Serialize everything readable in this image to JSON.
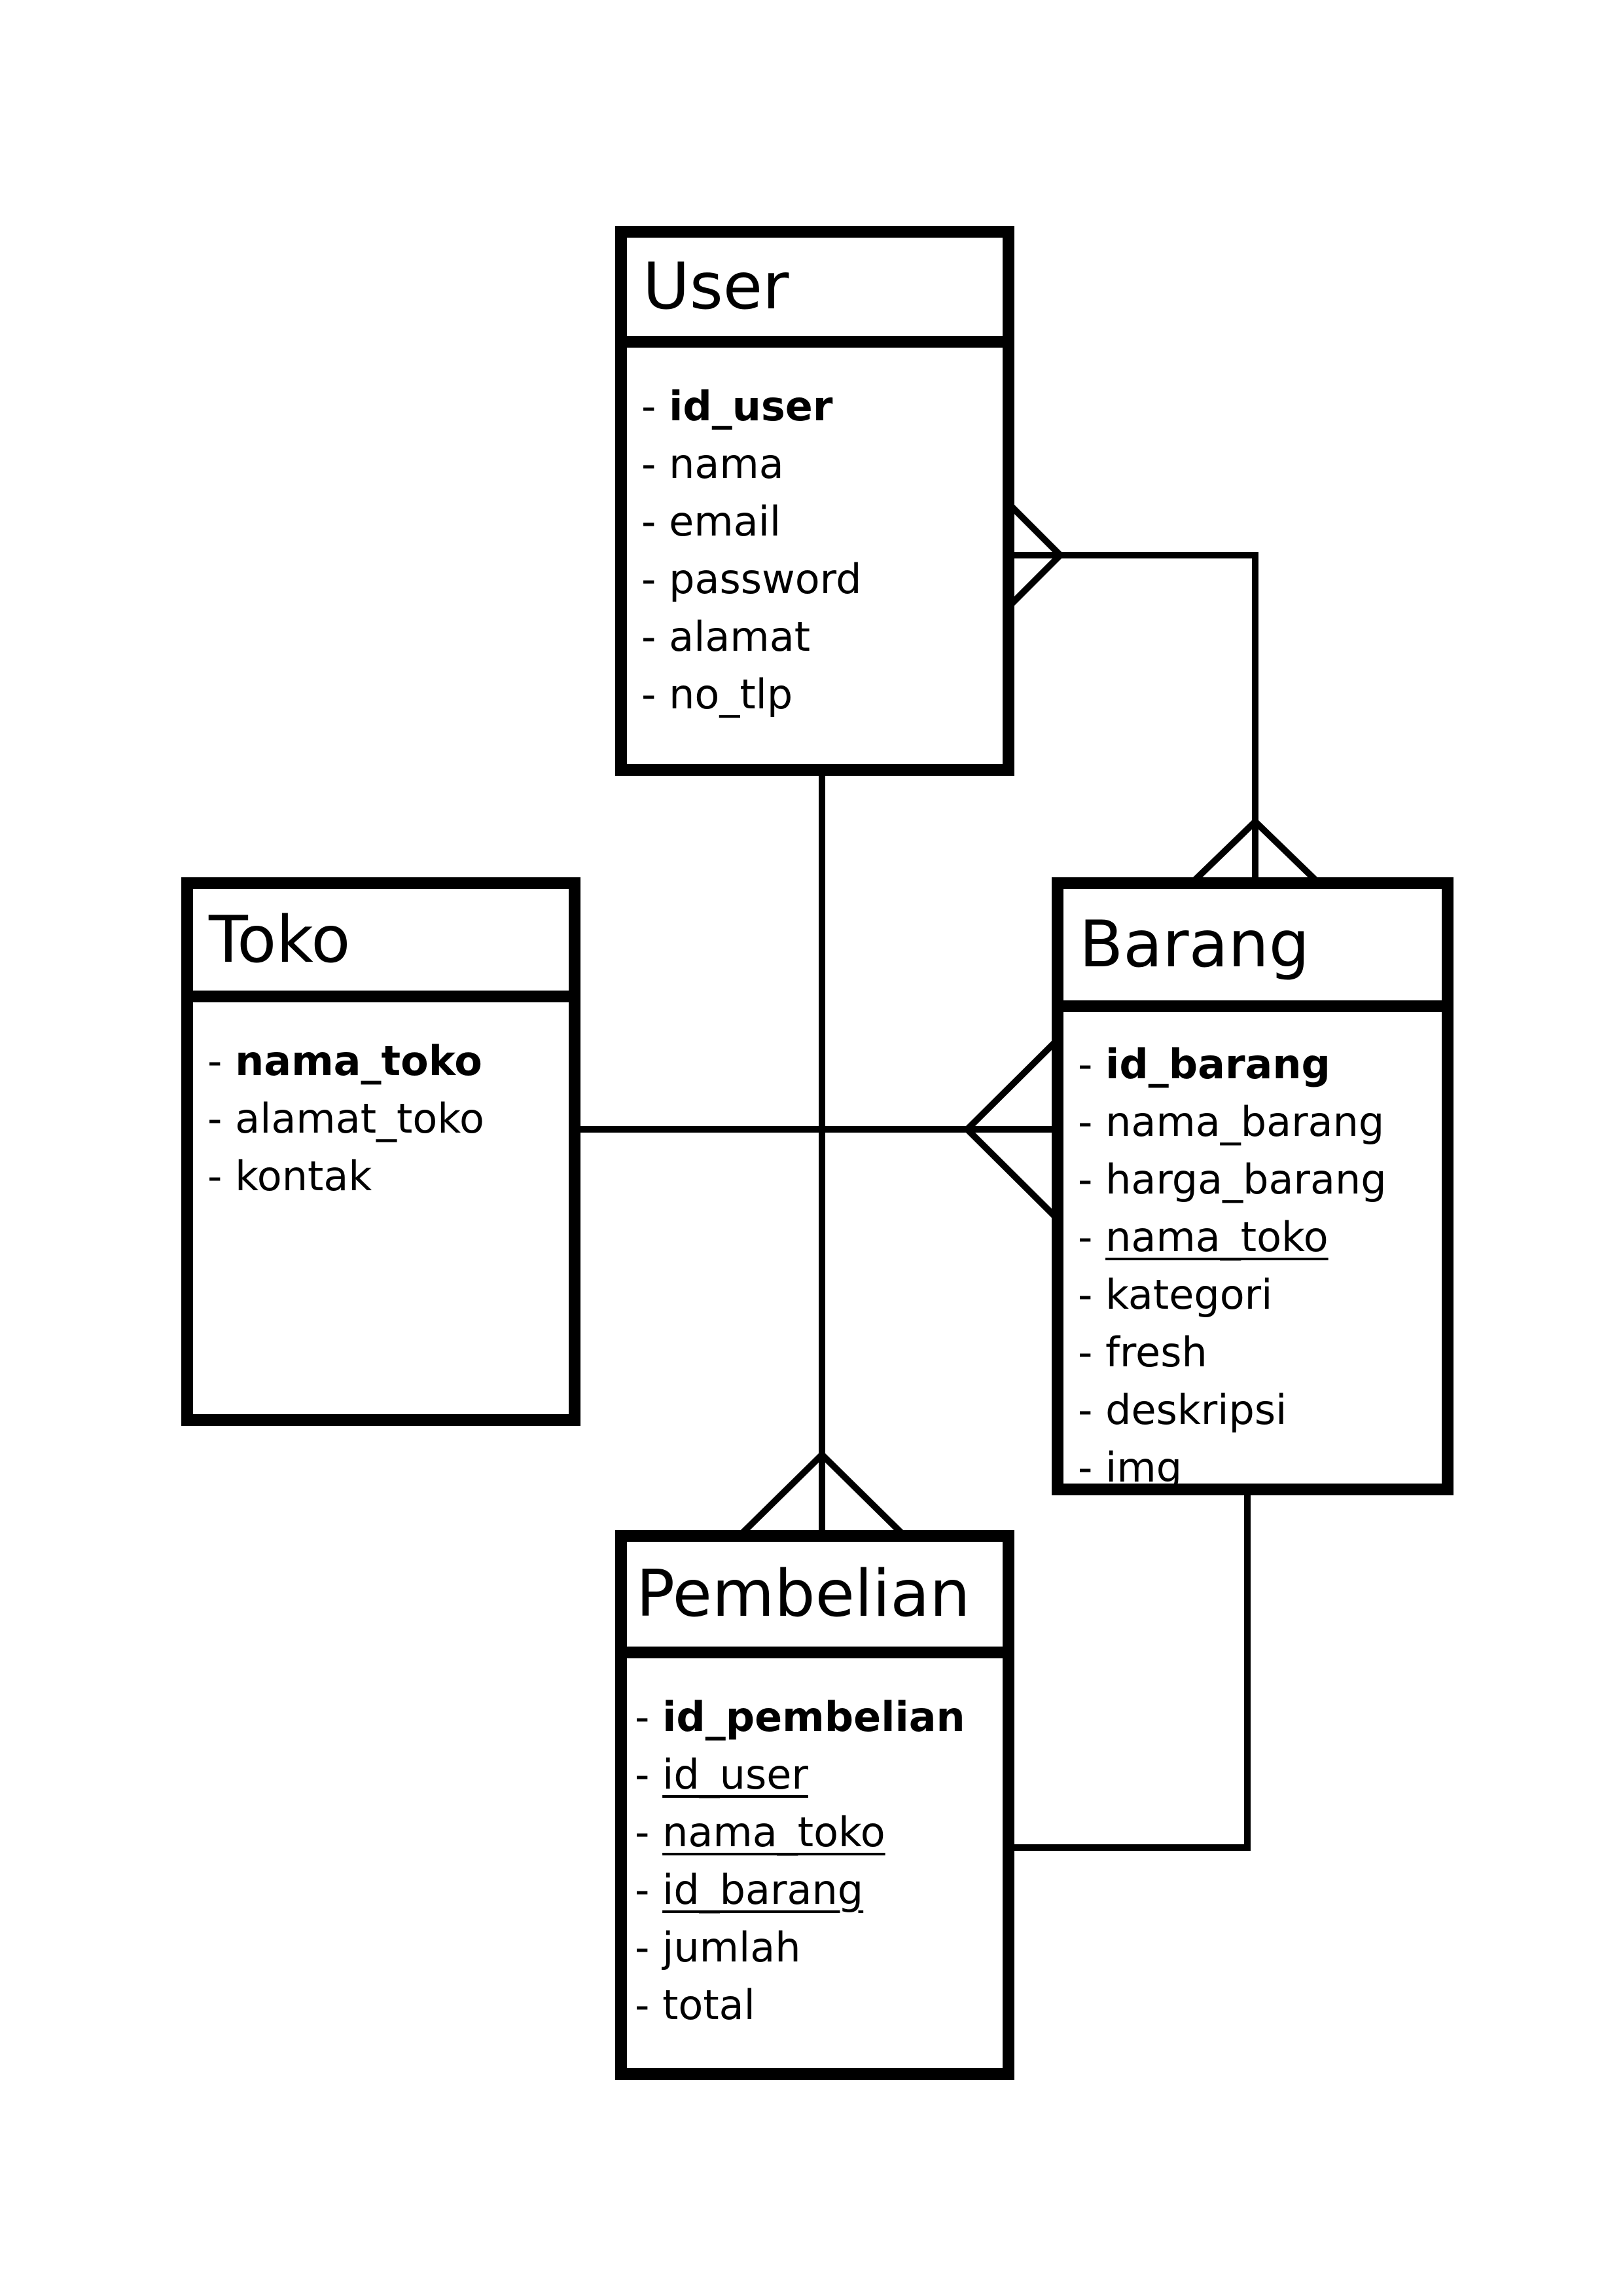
{
  "entities": {
    "user": {
      "name": "User",
      "attributes": [
        {
          "prefix": "- ",
          "text": "id_user",
          "style": "key"
        },
        {
          "prefix": "- ",
          "text": "nama",
          "style": "plain"
        },
        {
          "prefix": "- ",
          "text": "email",
          "style": "plain"
        },
        {
          "prefix": "- ",
          "text": "password",
          "style": "plain"
        },
        {
          "prefix": "- ",
          "text": "alamat",
          "style": "plain"
        },
        {
          "prefix": "- ",
          "text": "no_tlp",
          "style": "plain"
        }
      ]
    },
    "toko": {
      "name": "Toko",
      "attributes": [
        {
          "prefix": "- ",
          "text": "nama_toko",
          "style": "key"
        },
        {
          "prefix": "- ",
          "text": "alamat_toko",
          "style": "plain"
        },
        {
          "prefix": "- ",
          "text": "kontak",
          "style": "plain"
        }
      ]
    },
    "barang": {
      "name": "Barang",
      "attributes": [
        {
          "prefix": "- ",
          "text": "id_barang",
          "style": "key"
        },
        {
          "prefix": "- ",
          "text": "nama_barang",
          "style": "plain"
        },
        {
          "prefix": "- ",
          "text": "harga_barang",
          "style": "plain"
        },
        {
          "prefix": "- ",
          "text": "nama_toko",
          "style": "fk"
        },
        {
          "prefix": "- ",
          "text": "kategori",
          "style": "plain"
        },
        {
          "prefix": "- ",
          "text": "fresh",
          "style": "plain"
        },
        {
          "prefix": "- ",
          "text": "deskripsi",
          "style": "plain"
        },
        {
          "prefix": "- ",
          "text": "img",
          "style": "plain"
        }
      ]
    },
    "pembelian": {
      "name": "Pembelian",
      "attributes": [
        {
          "prefix": "- ",
          "text": "id_pembelian",
          "style": "key"
        },
        {
          "prefix": "- ",
          "text": "id_user",
          "style": "fk"
        },
        {
          "prefix": "- ",
          "text": "nama_toko",
          "style": "fk"
        },
        {
          "prefix": "- ",
          "text": "id_barang",
          "style": "fk"
        },
        {
          "prefix": "- ",
          "text": "jumlah",
          "style": "plain"
        },
        {
          "prefix": "- ",
          "text": "total",
          "style": "plain"
        }
      ]
    }
  },
  "relationships": [
    {
      "from": "user",
      "from_end": "many",
      "to": "barang",
      "to_end": "many"
    },
    {
      "from": "toko",
      "from_end": "one",
      "to": "barang",
      "to_end": "many"
    },
    {
      "from": "user",
      "from_end": "one",
      "to": "pembelian",
      "to_end": "many"
    },
    {
      "from": "barang",
      "from_end": "one",
      "to": "pembelian",
      "to_end": "one"
    }
  ],
  "colors": {
    "line": "#000000",
    "background": "#ffffff"
  }
}
